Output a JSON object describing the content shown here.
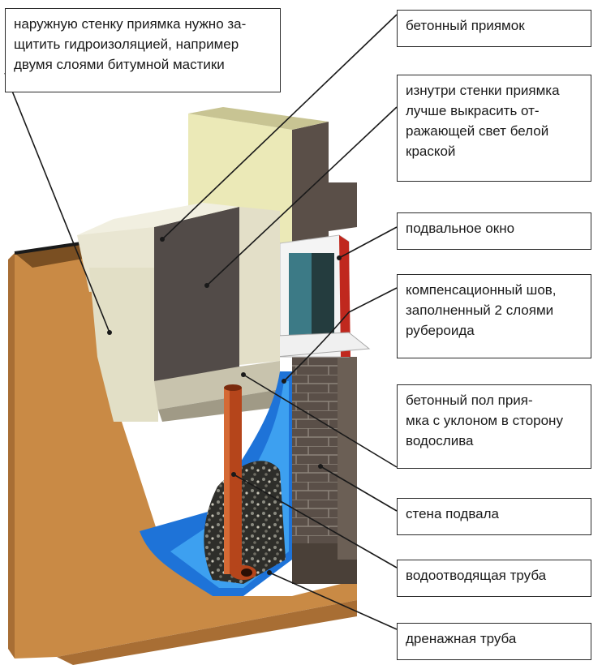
{
  "labels": [
    {
      "text": "наружную стенку приямка нужно за-\nщитить гидроизоляцией, например\nдвумя слоями битумной мастики"
    },
    {
      "text": "бетонный приямок"
    },
    {
      "text": "изнутри стенки приямка\nлучше выкрасить от-\nражающей свет белой\nкраской"
    },
    {
      "text": "подвальное окно"
    },
    {
      "text": "компенсационный шов,\nзаполненный 2 слоями\nрубероида"
    },
    {
      "text": "бетонный пол прия-\nмка с уклоном в сторону\nводослива"
    },
    {
      "text": "стена подвала"
    },
    {
      "text": "водоотводящая труба"
    },
    {
      "text": "дренажная труба"
    }
  ],
  "colors": {
    "soil": "#c98a45",
    "concrete": "#d9cfa8",
    "brick": "#5a4f48",
    "water": "#1e73d8",
    "pipe": "#b5451b",
    "gravel": "#2e2e2a",
    "window_frame": "#c0281e"
  }
}
